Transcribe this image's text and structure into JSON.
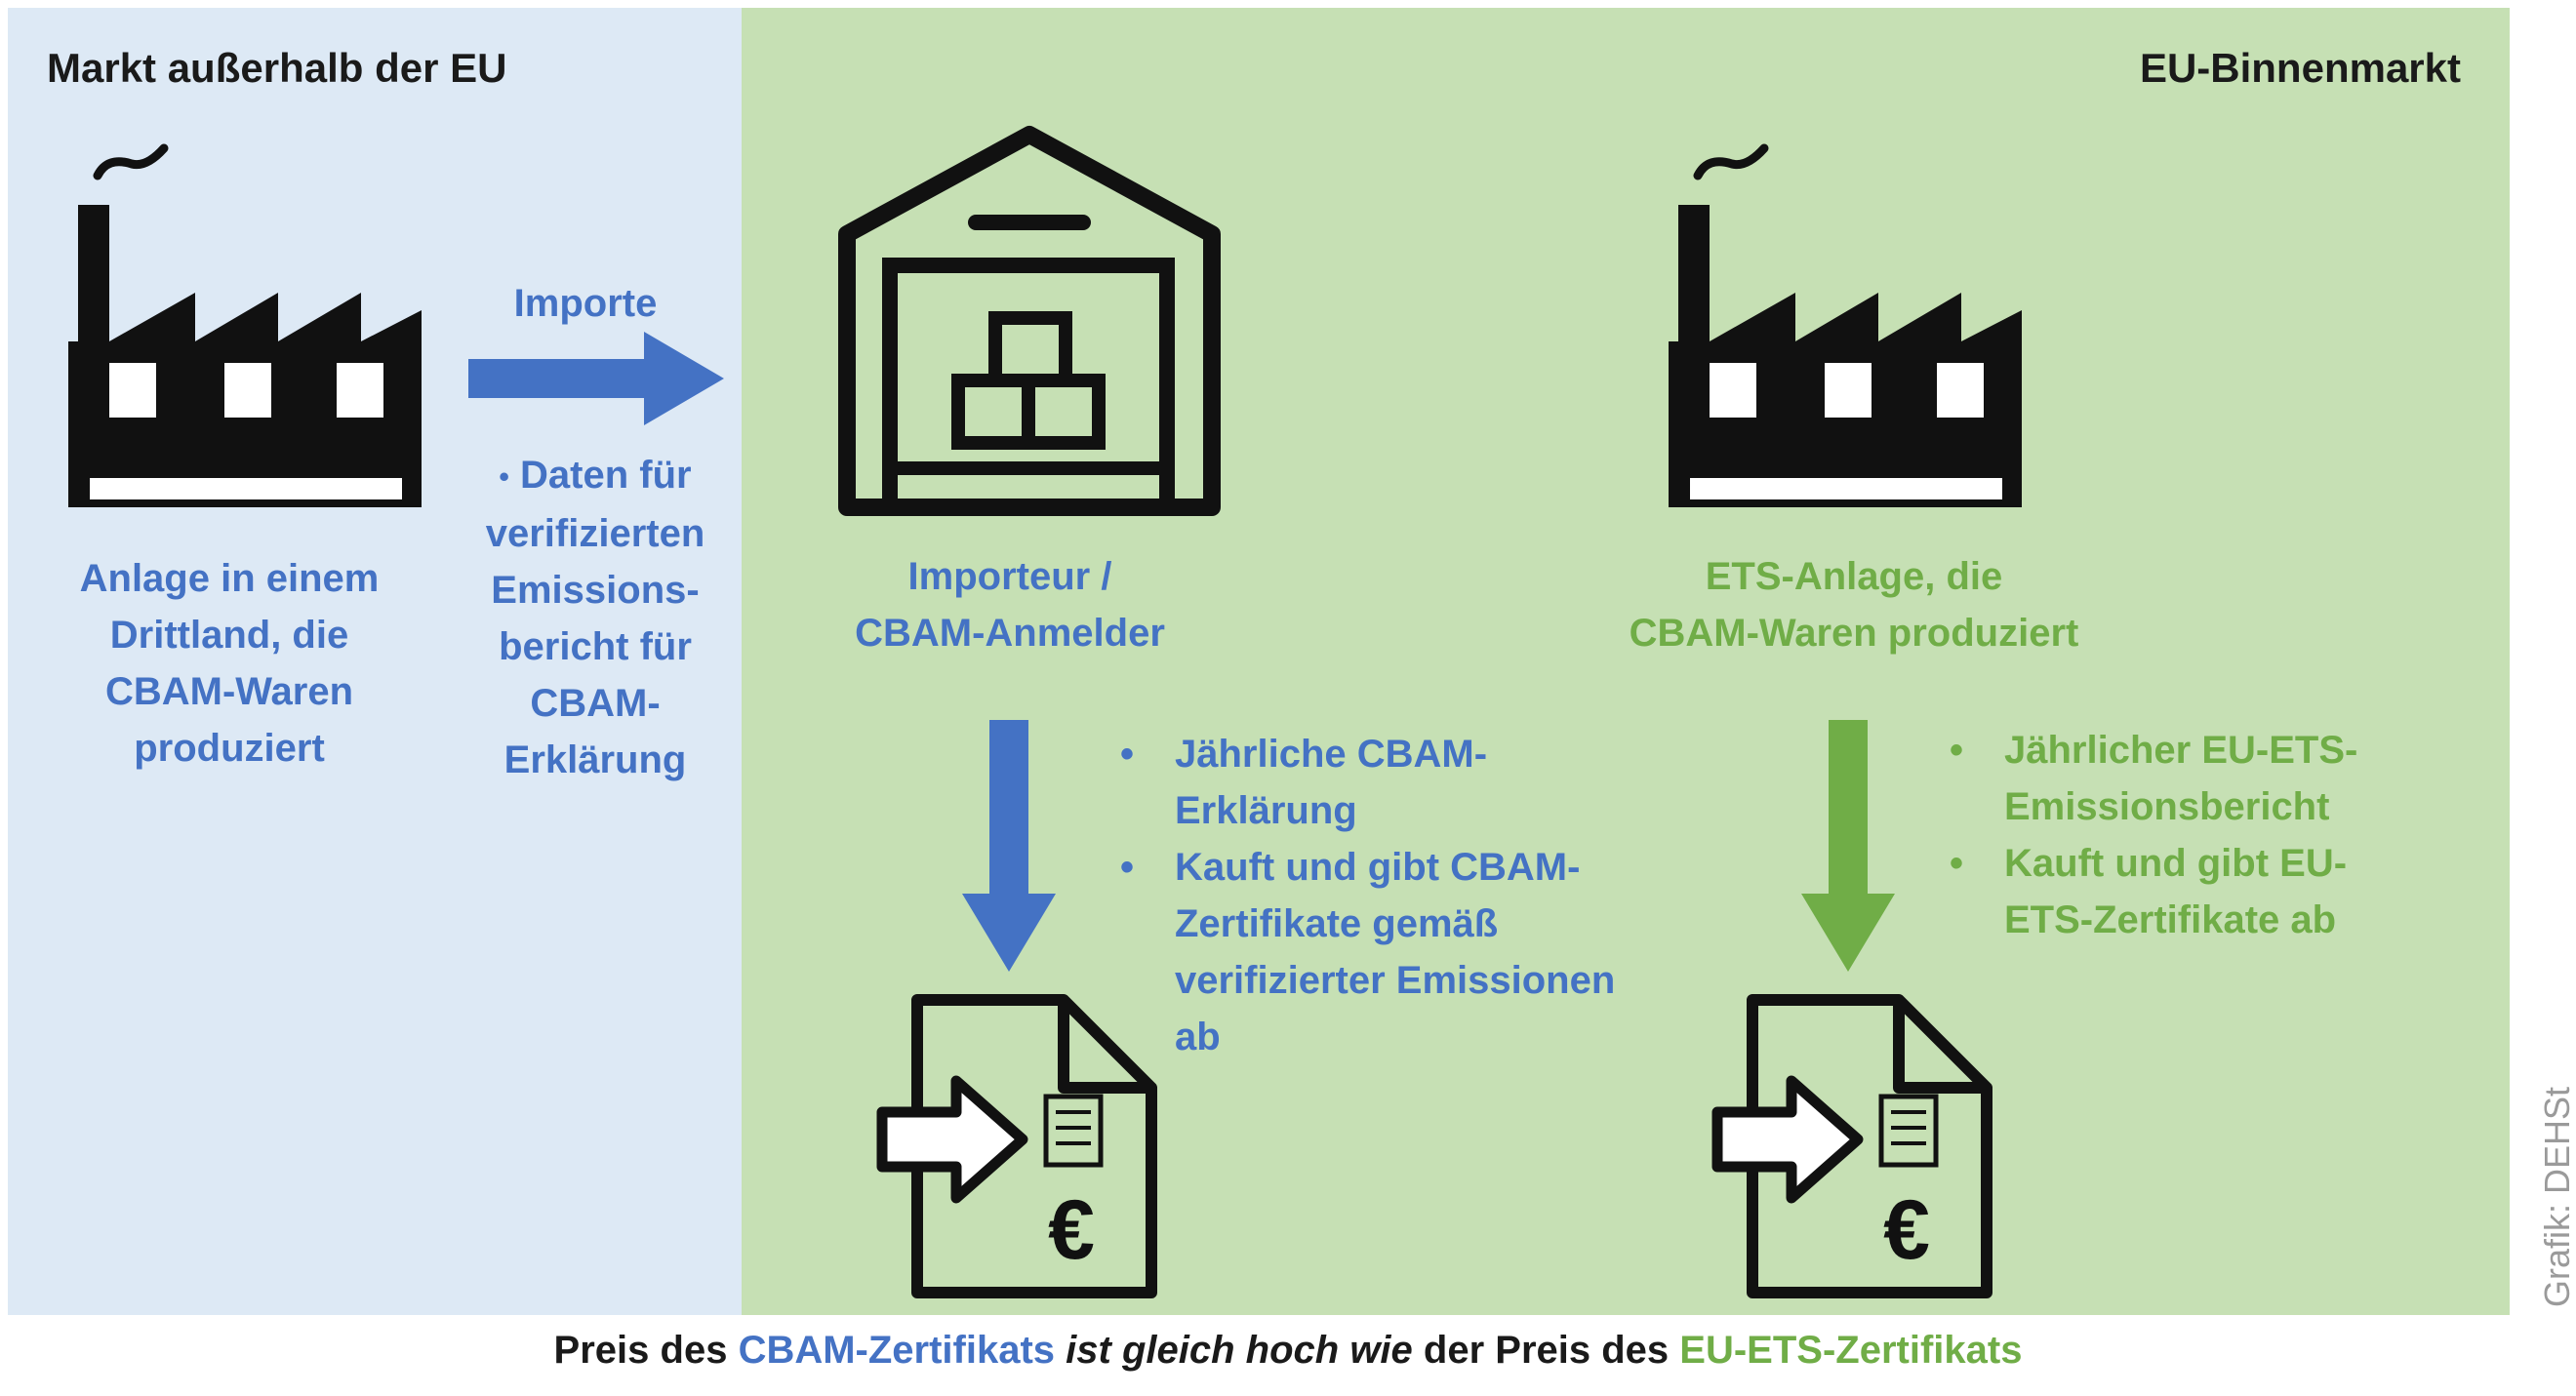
{
  "regions": {
    "outside": "Markt außerhalb der EU",
    "inside": "EU-Binnenmarkt"
  },
  "nodes": {
    "third_country_plant": [
      "Anlage in einem",
      "Drittland, die",
      "CBAM-Waren",
      "produziert"
    ],
    "importer": [
      "Importeur /",
      "CBAM-Anmelder"
    ],
    "ets_plant": [
      "ETS-Anlage, die",
      "CBAM-Waren produziert"
    ]
  },
  "flow": {
    "import_label": "Importe",
    "import_details": [
      "Daten für",
      "verifizierten",
      "Emissions-",
      "bericht für",
      "CBAM-",
      "Erklärung"
    ]
  },
  "importer_duties": [
    "Jährliche CBAM-Erklärung",
    "Kauft und gibt CBAM-Zertifikate gemäß verifizierter Emissionen ab"
  ],
  "ets_duties": [
    "Jährlicher EU-ETS-Emissionsbericht",
    "Kauft und gibt EU-ETS-Zertifikate ab"
  ],
  "icons": {
    "factory": "factory-icon",
    "warehouse": "warehouse-icon",
    "certificate": "certificate-document-icon",
    "currency_symbol": "€"
  },
  "footer": {
    "part1": "Preis des ",
    "part2": "CBAM-Zertifikats",
    "part3": " ist gleich hoch wie",
    "part4": " der Preis des ",
    "part5": "EU-ETS-Zertifikats"
  },
  "credit": "Grafik: DEHSt",
  "colors": {
    "blue": "#4472c4",
    "green": "#70ad47",
    "left_bg": "#dde9f5",
    "right_bg": "#c6e0b4"
  }
}
